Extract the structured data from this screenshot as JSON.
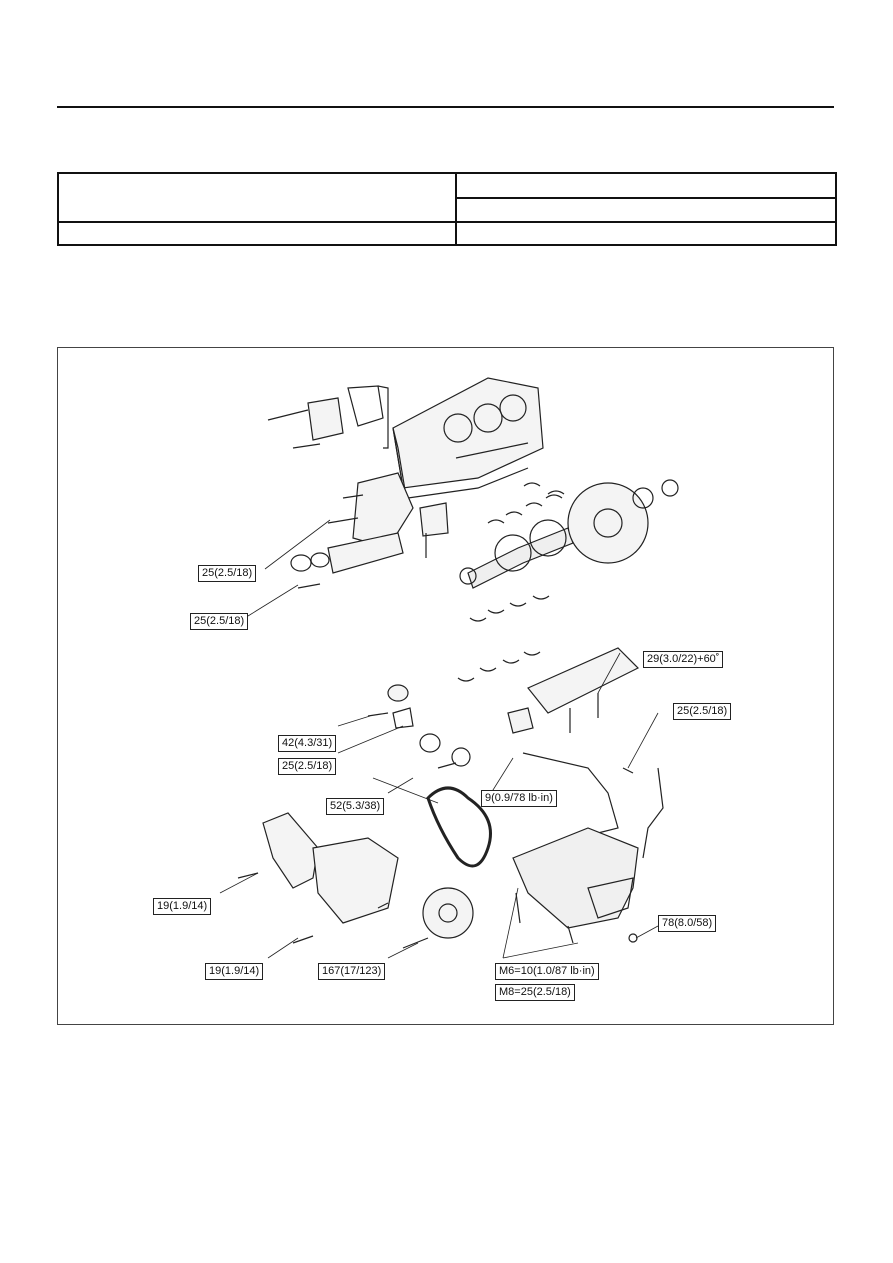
{
  "spec_table": {
    "row1_left": "",
    "row1_right_top": "",
    "row1_right_bottom": "",
    "row2_left": "",
    "row2_right": ""
  },
  "figure": {
    "callouts": {
      "water_pump_bolt": "25(2.5/18)",
      "oil_pump_bolt": "25(2.5/18)",
      "main_cap_bolt": "29(3.0/22)+60˚",
      "oil_strainer_bolt": "25(2.5/18)",
      "tensioner_bolt": "42(4.3/31)",
      "idler_bolt": "25(2.5/18)",
      "pulley_bolt": "52(5.3/38)",
      "pipe_bolt": "9(0.9/78 lb·in)",
      "upper_cover_bolt": "19(1.9/14)",
      "lower_cover_bolt": "19(1.9/14)",
      "crank_pulley_bolt": "167(17/123)",
      "oil_pan_m6": "M6=10(1.0/87 lb·in)",
      "oil_pan_m8": "M8=25(2.5/18)",
      "drain_plug": "78(8.0/58)"
    }
  }
}
